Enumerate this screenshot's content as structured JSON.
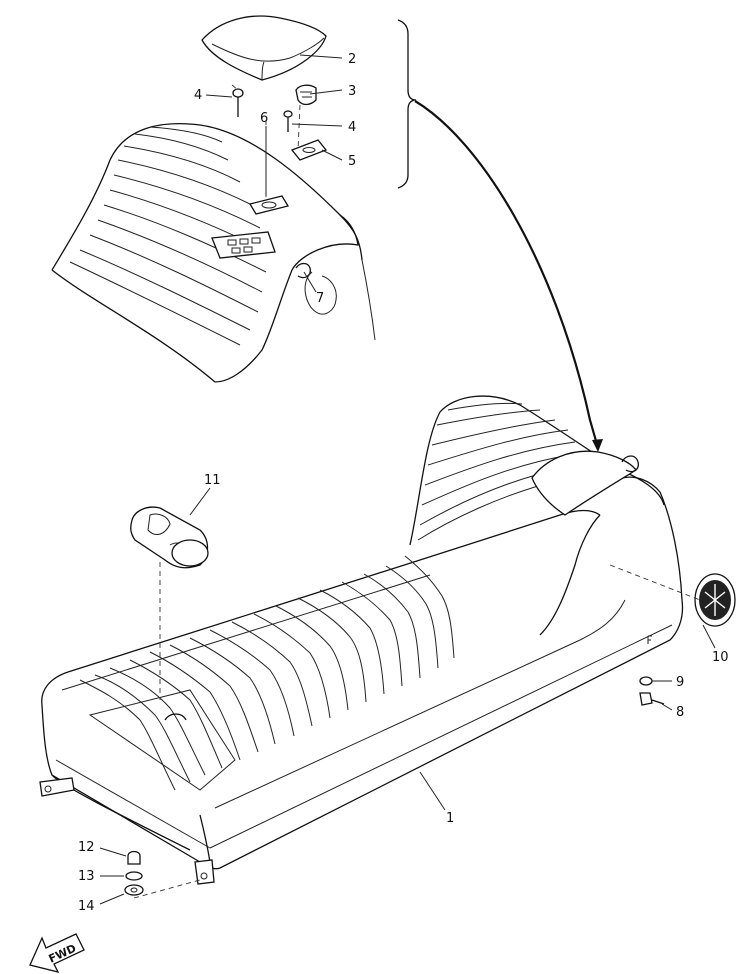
{
  "callouts": {
    "c1": "1",
    "c2": "2",
    "c3": "3",
    "c4a": "4",
    "c4b": "4",
    "c5": "5",
    "c6": "6",
    "c7": "7",
    "c8": "8",
    "c9": "9",
    "c10": "10",
    "c11": "11",
    "c12": "12",
    "c13": "13",
    "c14": "14"
  },
  "fwd_label": "FWD",
  "colors": {
    "ink": "#111111",
    "paper": "#ffffff"
  }
}
